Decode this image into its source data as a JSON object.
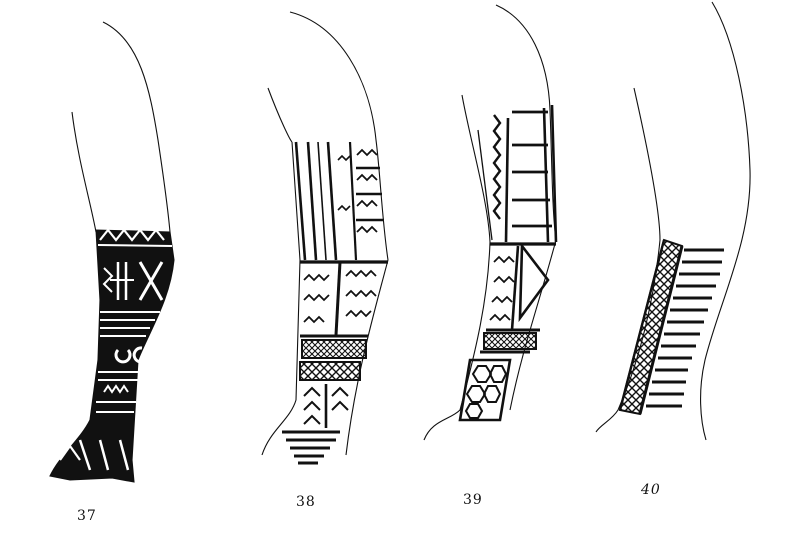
{
  "figures": [
    {
      "label": "37"
    },
    {
      "label": "38"
    },
    {
      "label": "39"
    },
    {
      "label": "40"
    }
  ],
  "colors": {
    "ink": "#111111",
    "paper": "#ffffff"
  }
}
